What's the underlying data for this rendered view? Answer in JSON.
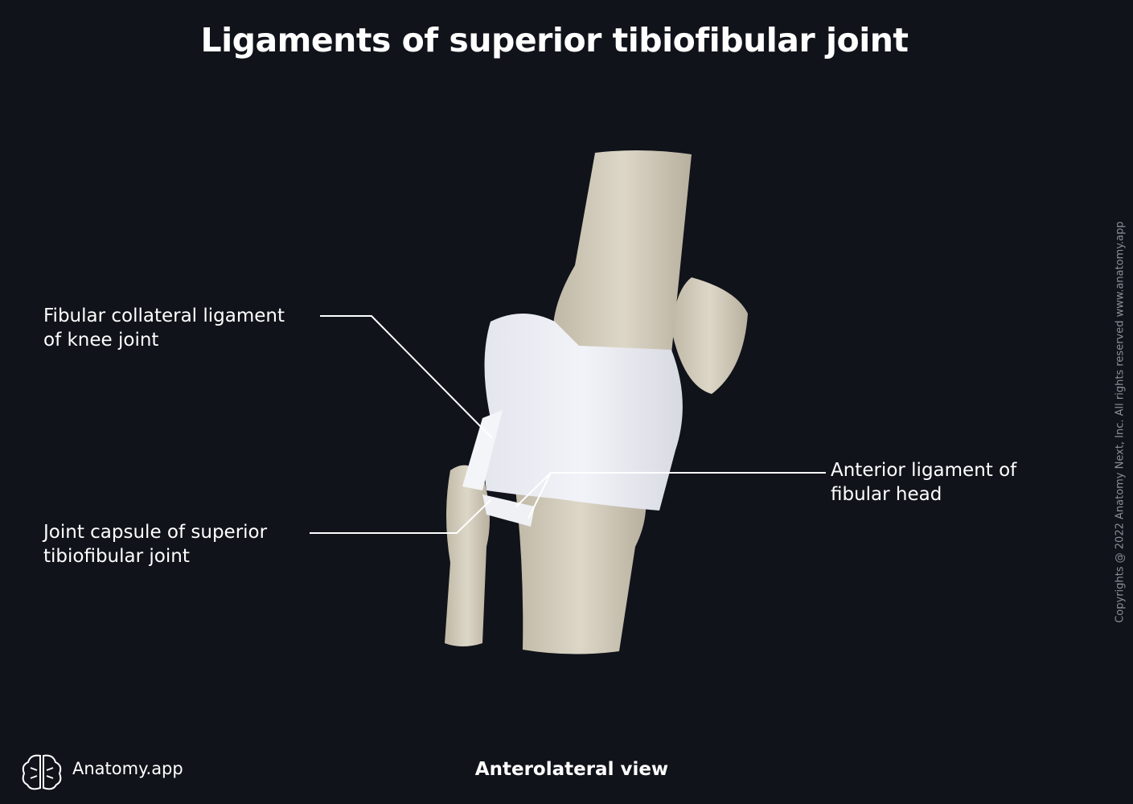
{
  "title": "Ligaments of superior tibiofibular joint",
  "labels": {
    "fibular_collateral": [
      "Fibular collateral ligament",
      "of knee joint"
    ],
    "joint_capsule": [
      "Joint capsule of superior",
      "tibiofibular joint"
    ],
    "anterior_ligament": [
      "Anterior ligament of",
      "fibular head"
    ]
  },
  "view": "Anterolateral view",
  "brand": "Anatomy.app",
  "copyright": "Copyrights @ 2022 Anatomy Next, Inc. All rights reserved www.anatomy.app",
  "colors": {
    "background": "#10131a",
    "bone": "#d8d2c2",
    "ligament": "#eceef4",
    "leader_line": "#ffffff"
  }
}
